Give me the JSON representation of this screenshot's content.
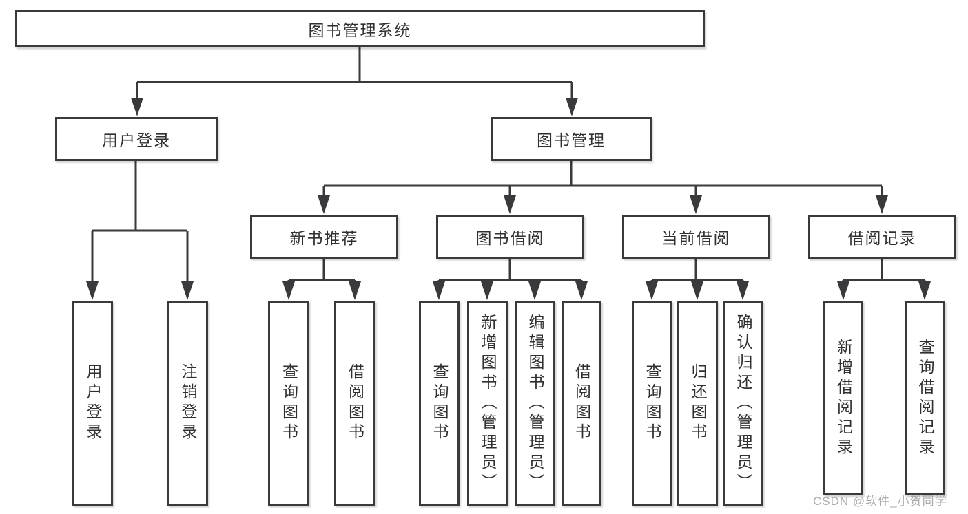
{
  "tree": {
    "label": "图书管理系统",
    "children": [
      {
        "label": "用户登录",
        "children": [
          {
            "label": "用户登录"
          },
          {
            "label": "注销登录"
          }
        ]
      },
      {
        "label": "图书管理",
        "children": [
          {
            "label": "新书推荐",
            "children": [
              {
                "label": "查询图书"
              },
              {
                "label": "借阅图书"
              }
            ]
          },
          {
            "label": "图书借阅",
            "children": [
              {
                "label": "查询图书"
              },
              {
                "label": "新增图书（管理员）"
              },
              {
                "label": "编辑图书（管理员）"
              },
              {
                "label": "借阅图书"
              }
            ]
          },
          {
            "label": "当前借阅",
            "children": [
              {
                "label": "查询图书"
              },
              {
                "label": "归还图书"
              },
              {
                "label": "确认归还（管理员）"
              }
            ]
          },
          {
            "label": "借阅记录",
            "children": [
              {
                "label": "新增借阅记录"
              },
              {
                "label": "查询借阅记录"
              }
            ]
          }
        ]
      }
    ]
  },
  "watermark": "CSDN @软件_小贺同学",
  "colors": {
    "line": "#3a3a3c",
    "text": "#303032",
    "watermark": "#ababab",
    "background": "#ffffff"
  }
}
